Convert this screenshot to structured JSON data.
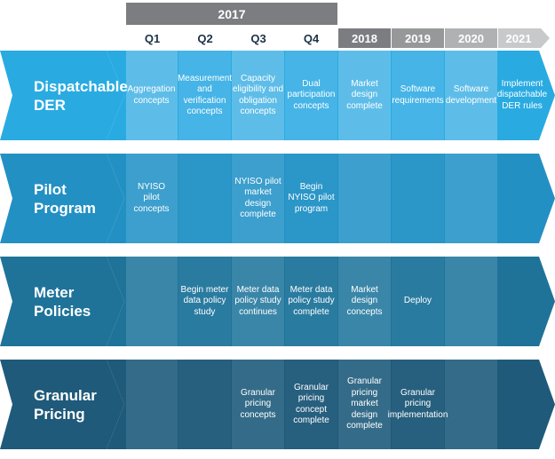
{
  "header": {
    "year_2017": "2017",
    "quarters": [
      "Q1",
      "Q2",
      "Q3",
      "Q4"
    ],
    "years": [
      "2018",
      "2019",
      "2020",
      "2021"
    ]
  },
  "colors": {
    "dispatchable": "#29abe2",
    "pilot": "#2390c4",
    "meter": "#1f7399",
    "granular": "#1f5a7a"
  },
  "lanes": [
    {
      "title_line1": "Dispatchable",
      "title_line2": "DER",
      "cells": [
        [
          "Aggregation",
          "concepts"
        ],
        [
          "Measurement",
          "and verification",
          "concepts"
        ],
        [
          "Capacity",
          "eligibility and",
          "obligation",
          "concepts"
        ],
        [
          "Dual",
          "participation",
          "concepts"
        ],
        [
          "Market",
          "design",
          "complete"
        ],
        [
          "Software",
          "requirements"
        ],
        [
          "Software",
          "development"
        ],
        [
          "Implement",
          "dispatchable",
          "DER rules"
        ]
      ]
    },
    {
      "title_line1": "Pilot",
      "title_line2": "Program",
      "cells": [
        [
          "NYISO",
          "pilot",
          "concepts"
        ],
        [],
        [
          "NYISO pilot",
          "market",
          "design",
          "complete"
        ],
        [
          "Begin",
          "NYISO pilot",
          "program"
        ],
        [],
        [],
        [],
        []
      ]
    },
    {
      "title_line1": "Meter",
      "title_line2": "Policies",
      "cells": [
        [],
        [
          "Begin meter",
          "data policy",
          "study"
        ],
        [
          "Meter data",
          "policy study",
          "continues"
        ],
        [
          "Meter data",
          "policy study",
          "complete"
        ],
        [
          "Market",
          "design",
          "concepts"
        ],
        [
          "Deploy"
        ],
        [],
        []
      ]
    },
    {
      "title_line1": "Granular",
      "title_line2": "Pricing",
      "cells": [
        [],
        [],
        [
          "Granular",
          "pricing",
          "concepts"
        ],
        [
          "Granular",
          "pricing",
          "concept",
          "complete"
        ],
        [
          "Granular",
          "pricing",
          "market",
          "design",
          "complete"
        ],
        [
          "Granular",
          "pricing",
          "implementation"
        ],
        [],
        []
      ]
    }
  ]
}
